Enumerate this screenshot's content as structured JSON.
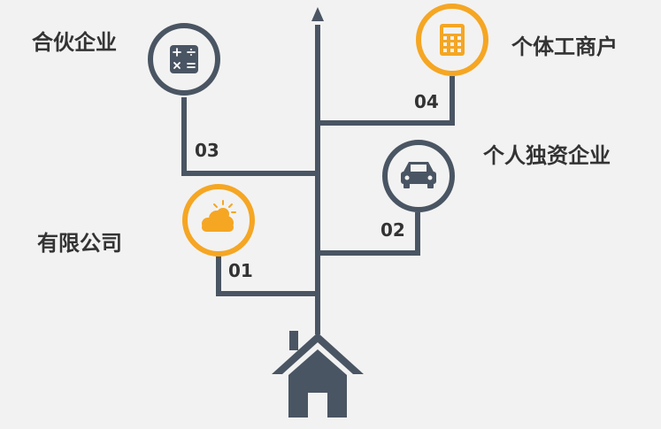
{
  "colors": {
    "line": "#4a5563",
    "accent": "#f5a623",
    "background": "#f2f2f2"
  },
  "nodes": [
    {
      "id": "01",
      "number": "01",
      "title": "有限公司",
      "icon": "sun-cloud-icon",
      "ring": "accent"
    },
    {
      "id": "02",
      "number": "02",
      "title": "个人独资企业",
      "icon": "car-icon",
      "ring": "line"
    },
    {
      "id": "03",
      "number": "03",
      "title": "合伙企业",
      "icon": "calculator-icon",
      "ring": "line"
    },
    {
      "id": "04",
      "number": "04",
      "title": "个体工商户",
      "icon": "calculator-icon",
      "ring": "accent"
    }
  ],
  "base": {
    "icon": "house-icon"
  }
}
